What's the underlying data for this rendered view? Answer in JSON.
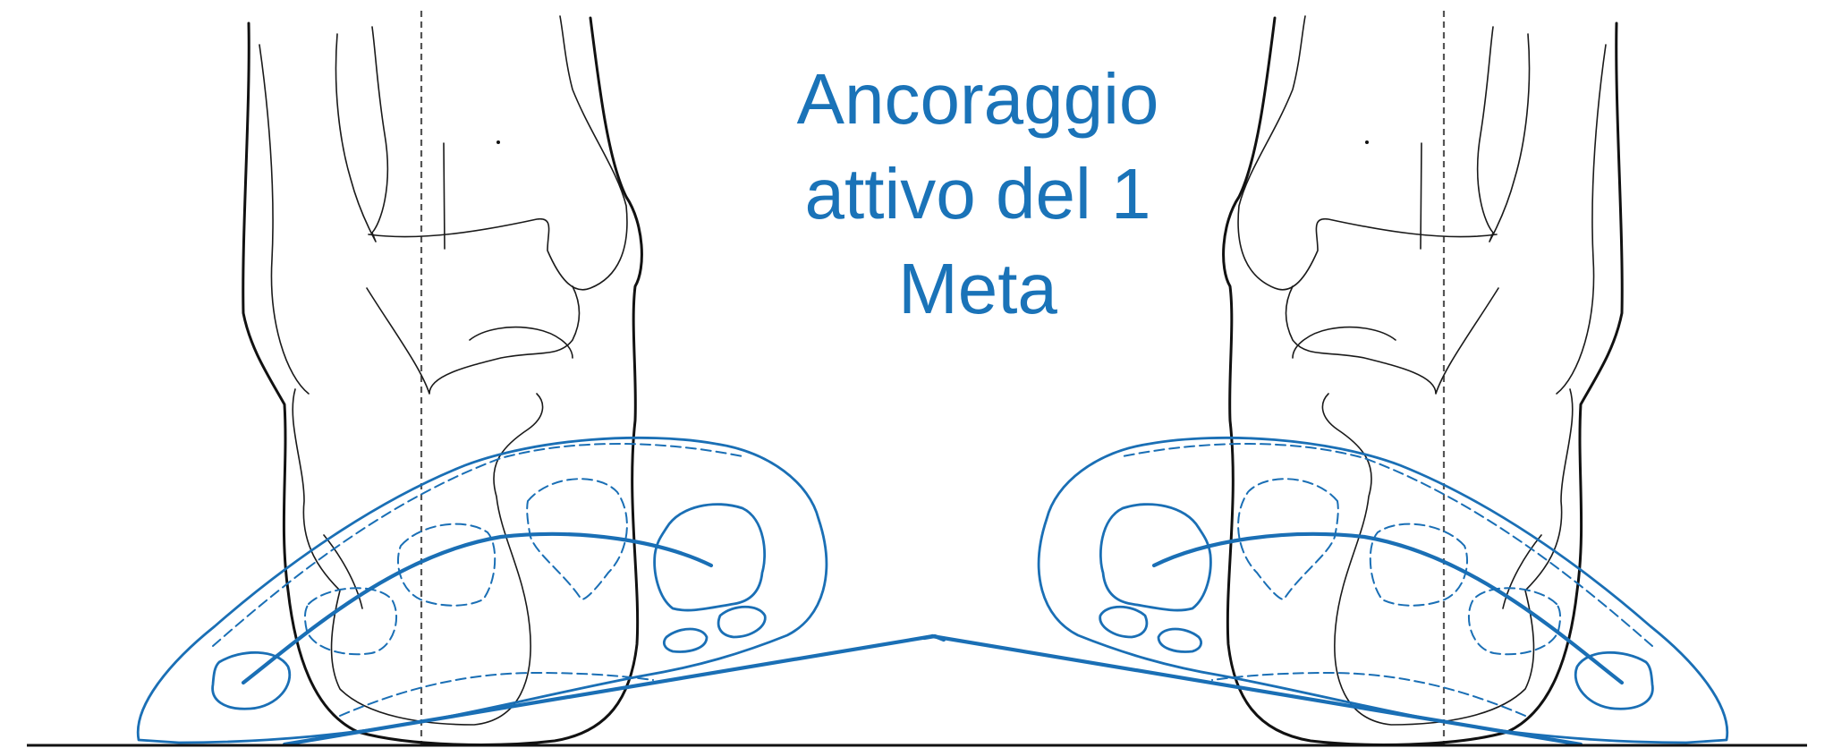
{
  "title": {
    "line1": "Ancoraggio",
    "line2": "attivo del 1",
    "line3": "Meta"
  },
  "colors": {
    "accent": "#1a73b8",
    "line_art": "#1a1a1a",
    "axis": "#555555"
  }
}
